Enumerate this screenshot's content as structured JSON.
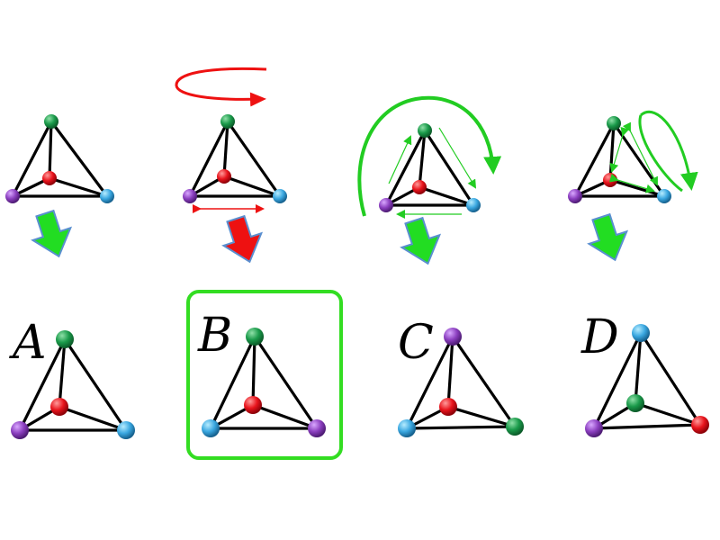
{
  "colors": {
    "green": "#1a9a4a",
    "red": "#e8141c",
    "purple": "#8b3fbf",
    "blue": "#3aa7e0",
    "arrow_green": "#22dd22",
    "arrow_red": "#ee1111",
    "frame_green": "#33dd22"
  },
  "top_row": [
    {
      "apex": "green",
      "left": "purple",
      "right": "blue",
      "center": "red",
      "transform": "none"
    },
    {
      "apex": "green",
      "left": "purple",
      "right": "blue",
      "center": "red",
      "transform": "rotate-horizontal"
    },
    {
      "apex": "green",
      "left": "purple",
      "right": "blue",
      "center": "red",
      "transform": "cycle-corners"
    },
    {
      "apex": "green",
      "left": "purple",
      "right": "blue",
      "center": "red",
      "transform": "swap-center-corner"
    }
  ],
  "options": [
    {
      "label": "A",
      "apex": "green",
      "left": "purple",
      "right": "blue",
      "center": "red",
      "selected": false
    },
    {
      "label": "B",
      "apex": "green",
      "left": "blue",
      "right": "purple",
      "center": "red",
      "selected": true
    },
    {
      "label": "C",
      "apex": "purple",
      "left": "blue",
      "right": "green",
      "center": "red",
      "selected": false
    },
    {
      "label": "D",
      "apex": "blue",
      "left": "purple",
      "right": "red",
      "center": "green",
      "selected": false
    }
  ],
  "down_arrows": [
    "green",
    "red",
    "green",
    "green"
  ]
}
